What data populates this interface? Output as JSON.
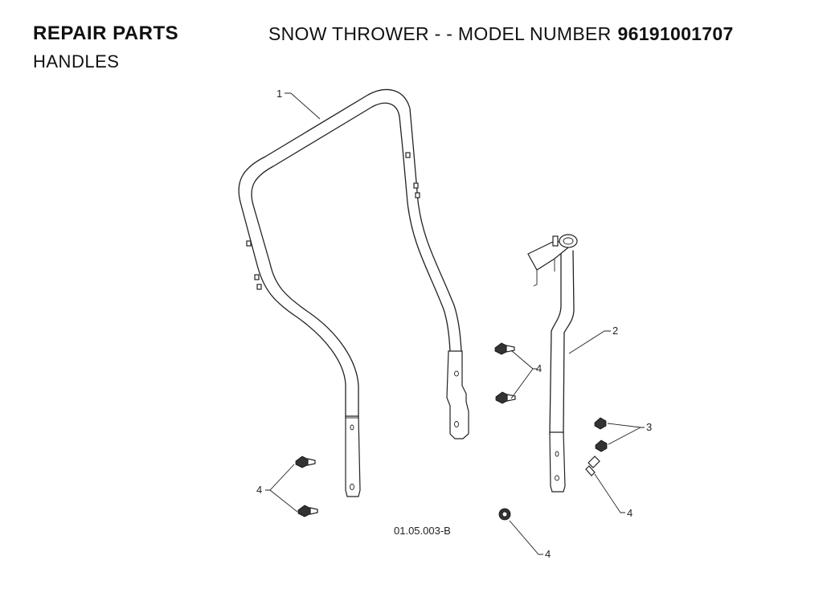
{
  "header": {
    "title": "REPAIR PARTS",
    "subtitle": "HANDLES",
    "product": "SNOW THROWER - - MODEL NUMBER",
    "model_number": "96191001707"
  },
  "figure": {
    "drawing_id": "01.05.003-B",
    "callouts": [
      "1",
      "2",
      "3",
      "4",
      "4",
      "4",
      "4"
    ]
  }
}
